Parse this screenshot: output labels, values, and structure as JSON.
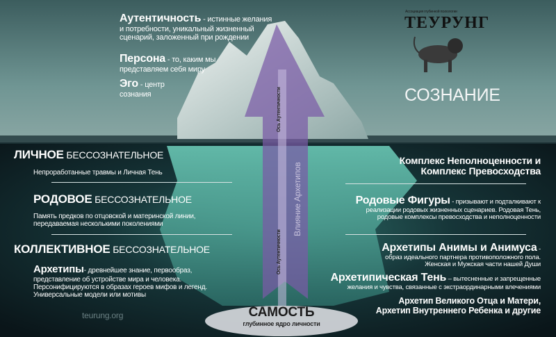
{
  "conscious": {
    "authenticity_title": "Аутентичность",
    "authenticity_desc_1": " - истинные желания",
    "authenticity_desc_2": "и потребности, уникальный жизненный",
    "authenticity_desc_3": "сценарий, заложенный при рождении",
    "persona_title": "Персона",
    "persona_desc_1": " - то, каким мы",
    "persona_desc_2": "представляем себя миру",
    "ego_title": "Эго",
    "ego_desc_1": " - центр",
    "ego_desc_2": "сознания",
    "label": "СОЗНАНИЕ"
  },
  "logo": {
    "subtitle": "Ассоциация глубинной психологии",
    "name": "ТЕУРУНГ"
  },
  "left": {
    "personal_title": "ЛИЧНОЕ",
    "personal_suffix": " БЕССОЗНАТЕЛЬНОЕ",
    "personal_desc": "Непроработанные травмы и Личная Тень",
    "ancestral_title": "РОДОВОЕ",
    "ancestral_suffix": " БЕССОЗНАТЕЛЬНОЕ",
    "ancestral_desc_1": "Память предков по отцовской и материнской линии,",
    "ancestral_desc_2": "передаваемая несколькими поколениями",
    "collective_title": "КОЛЛЕКТИВНОЕ",
    "collective_suffix": " БЕССОЗНАТЕЛЬНОЕ",
    "archetypes_title": "Архетипы",
    "archetypes_desc_1": "- древнейшее знание, первообраз,",
    "archetypes_desc_2": "представление об устройстве мира и человека.",
    "archetypes_desc_3": "Персонифицируются в образах героев мифов и легенд.",
    "archetypes_desc_4": "Универсальные модели или мотивы",
    "website": "teurung.org"
  },
  "right": {
    "complex_1": "Комплекс Неполноценности и",
    "complex_2": "Комплекс Превосходства",
    "ancestral_figures_title": "Родовые Фигуры",
    "ancestral_figures_desc_1": " - призывают и подталкивают к",
    "ancestral_figures_desc_2": "реализации родовых жизненных сценариев. Родовая Тень,",
    "ancestral_figures_desc_3": "родовые комплексы превосходства и неполноценности",
    "anima_title": "Архетипы Анимы и Анимуса",
    "anima_dash": " -",
    "anima_desc_1": "образ идеального партнера противоположного пола.",
    "anima_desc_2": "Женская и Мужская части нашей Души",
    "shadow_title": "Архетипическая Тень",
    "shadow_desc_1": " – вытесненные и запрещенные",
    "shadow_desc_2": "желания и чувства, связанные с экстраординарными влечениями",
    "others_1": "Архетип Великого Отца и Матери,",
    "others_2": "Архетип Внутреннего Ребенка и другие"
  },
  "axis": {
    "label_top": "Ось Аутентичности",
    "label_bottom": "Ось Аутентичности",
    "influence": "Влияние Архетипов"
  },
  "self": {
    "title": "САМОСТЬ",
    "subtitle": "глубинное ядро личности"
  },
  "colors": {
    "sky": "#5f8584",
    "deep_water": "#0d1c22",
    "ice": "#5fb3a3",
    "arrow": "#7a5aa6"
  }
}
